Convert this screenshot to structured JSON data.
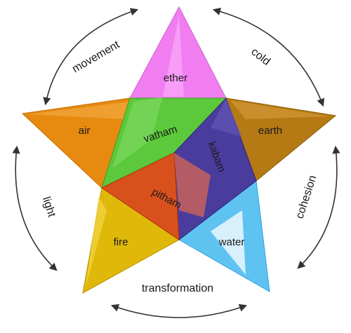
{
  "elements": {
    "ether": "ether",
    "air": "air",
    "earth": "earth",
    "fire": "fire",
    "water": "water"
  },
  "doshas": {
    "vatham": "vatham",
    "pitham": "pitham",
    "kabam": "kabam"
  },
  "qualities": {
    "movement": "movement",
    "cold": "cold",
    "light": "light",
    "cohesion": "cohesion",
    "transformation": "transformation"
  },
  "colors": {
    "ether": "#f07ef0",
    "air": "#e68a10",
    "earth": "#b57a14",
    "fire": "#e0b80a",
    "water": "#5fc3f2",
    "vatham": "#5cc83c",
    "pitham": "#d8501c",
    "kabam": "#4a3c9c"
  }
}
